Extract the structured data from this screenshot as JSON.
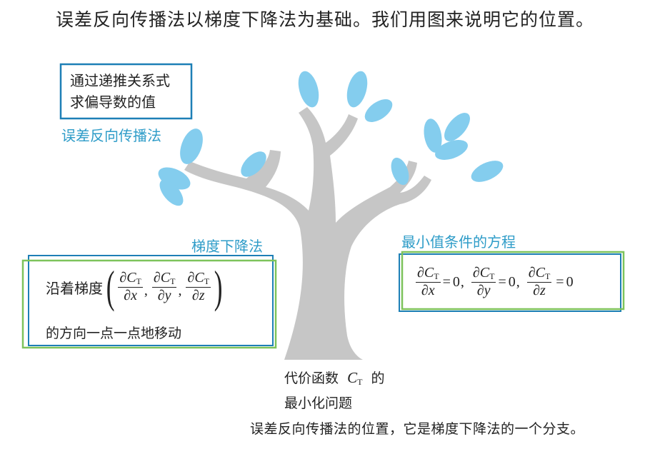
{
  "headline": "误差反向传播法以梯度下降法为基础。我们用图来说明它的位置。",
  "caption": "误差反向传播法的位置，它是梯度下降法的一个分支。",
  "backprop": {
    "box_line1": "通过递推关系式",
    "box_line2": "求偏导数的值",
    "label": "误差反向传播法"
  },
  "gradient": {
    "label": "梯度下降法",
    "prefix": "沿着梯度",
    "suffix": "的方向一点一点地移动"
  },
  "minimum": {
    "label": "最小值条件的方程",
    "eq_zero": "0"
  },
  "math": {
    "partial": "∂",
    "C": "C",
    "T": "T",
    "x": "x",
    "y": "y",
    "z": "z",
    "comma": ",",
    "equals": "=",
    "lparen": "(",
    "rparen": ")"
  },
  "cost": {
    "line1_prefix": "代价函数",
    "line1_suffix": "的",
    "line2": "最小化问题"
  },
  "colors": {
    "trunk": "#c6c6c6",
    "leaf": "#84cdee",
    "blue_box": "#1d7fb6",
    "green_box": "#7dc35b",
    "label_blue": "#2e9cc8"
  },
  "icons": [
    "tree-illustration",
    "leaf-icon"
  ]
}
